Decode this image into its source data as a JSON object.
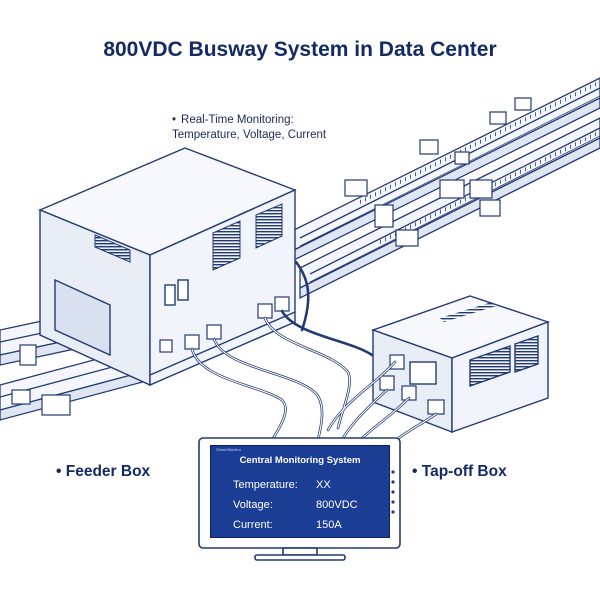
{
  "title": "800VDC Busway System in Data Center",
  "monitoring_note": {
    "bullet": "•",
    "line1": "Real-Time Monitoring:",
    "line2": "Temperature, Voltage, Current"
  },
  "labels": {
    "feeder_bullet": "•",
    "feeder": "Feeder Box",
    "tapoff_bullet": "•",
    "tapoff": "Tap-off Box"
  },
  "monitor_screen": {
    "small_header": "Sheet/Monitor",
    "header": "Central Monitoring System",
    "rows": [
      {
        "key": "Temperature:",
        "value": "XX"
      },
      {
        "key": "Voltage:",
        "value": "800VDC"
      },
      {
        "key": "Current:",
        "value": "150A"
      }
    ]
  },
  "colors": {
    "line": "#233a72",
    "screen_bg": "#1b3d93",
    "text": "#142a63"
  }
}
